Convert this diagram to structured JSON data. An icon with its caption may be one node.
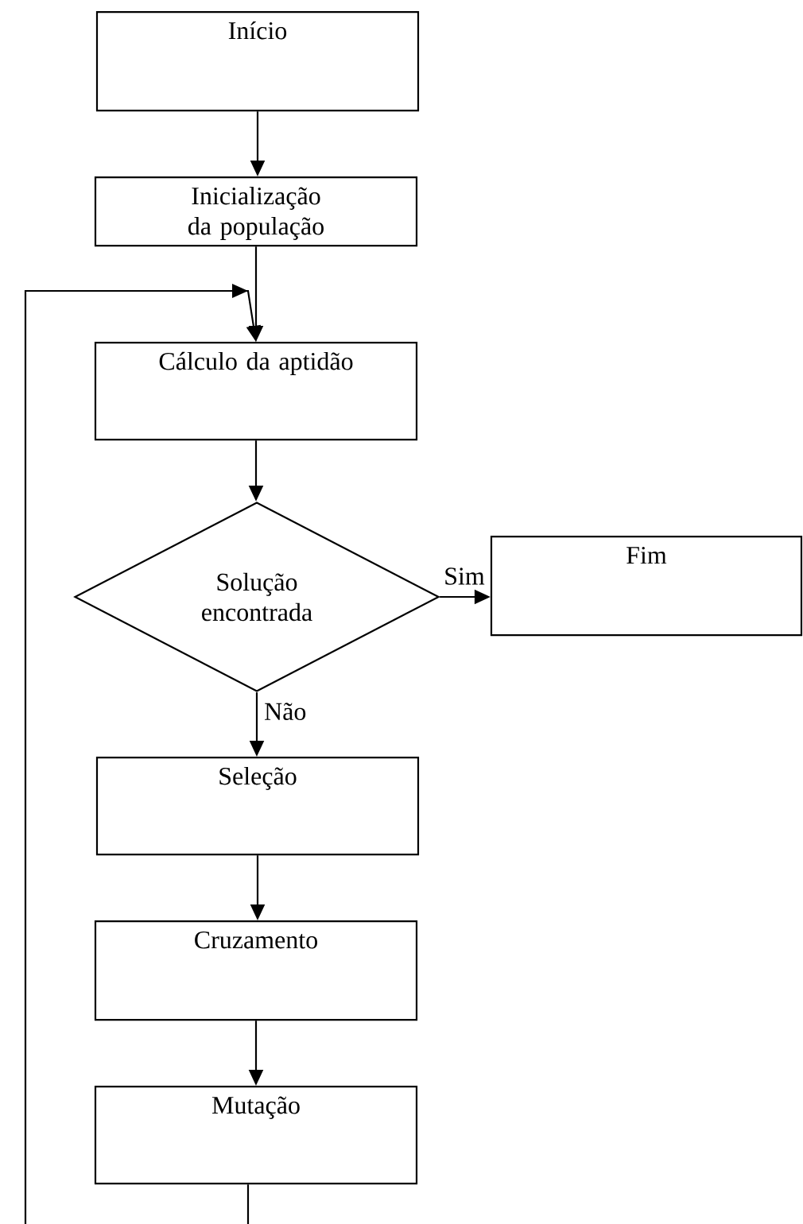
{
  "diagram": {
    "nodes": [
      {
        "text": [
          "Início"
        ]
      },
      {
        "text": [
          "Inicialização da população"
        ]
      },
      {
        "text": [
          "Cálculo da aptidão"
        ]
      },
      {
        "text": [
          "Solução encontrada"
        ]
      },
      {
        "text": [
          "Fim"
        ]
      },
      {
        "text": [
          "Seleção"
        ]
      },
      {
        "text": [
          "Cruzamento"
        ]
      },
      {
        "text": [
          "Mutação"
        ]
      }
    ],
    "edges": [
      {
        "from": 0,
        "to": 1,
        "arrow": "to"
      },
      {
        "from": 1,
        "to": 2,
        "arrow": "to"
      },
      {
        "from": 2,
        "to": 3,
        "arrow": "to"
      },
      {
        "from": 3,
        "to": 4,
        "arrow": "to",
        "label": "Sim"
      },
      {
        "from": 3,
        "to": 5,
        "arrow": "to",
        "label": "Não"
      },
      {
        "from": 5,
        "to": 6,
        "arrow": "to"
      },
      {
        "from": 6,
        "to": 7,
        "arrow": "to"
      },
      {
        "from": 7,
        "to": 2,
        "arrow": "to"
      }
    ]
  }
}
